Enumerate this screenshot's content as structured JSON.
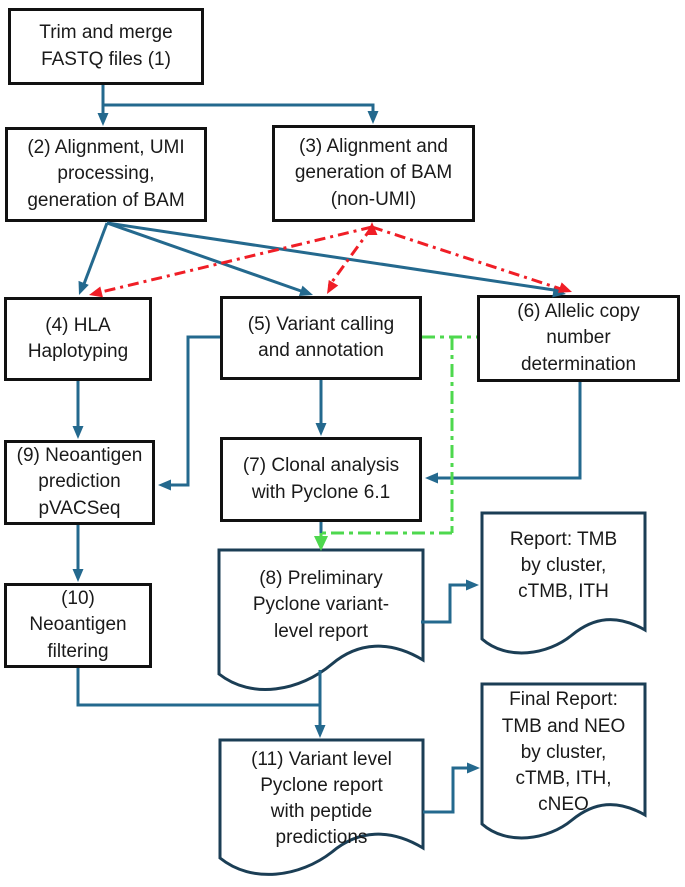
{
  "figure": {
    "kind": "bioinformatics pipeline flowchart",
    "background": "#FFFFFF"
  },
  "nodes": {
    "n1": {
      "label": "Trim and merge\nFASTQ files (1)",
      "shape": "rect"
    },
    "n2": {
      "label": "(2) Alignment, UMI\nprocessing,\ngeneration of BAM",
      "shape": "rect"
    },
    "n3": {
      "label": "(3) Alignment and\ngeneration of BAM\n(non-UMI)",
      "shape": "rect"
    },
    "n4": {
      "label": "(4) HLA\nHaplotyping",
      "shape": "rect"
    },
    "n5": {
      "label": "(5) Variant calling\nand annotation",
      "shape": "rect"
    },
    "n6": {
      "label": "(6) Allelic copy\nnumber\ndetermination",
      "shape": "rect"
    },
    "n7": {
      "label": "(7) Clonal analysis\nwith Pyclone 6.1",
      "shape": "rect"
    },
    "n8": {
      "label": "(8) Preliminary\nPyclone variant-\nlevel report",
      "shape": "document"
    },
    "n9": {
      "label": "(9) Neoantigen\nprediction\npVACSeq",
      "shape": "rect"
    },
    "n10": {
      "label": "(10)\nNeoantigen\nfiltering",
      "shape": "rect"
    },
    "n11": {
      "label": "(11) Variant level\nPyclone report\nwith peptide\npredictions",
      "shape": "document"
    },
    "r1": {
      "label": "Report: TMB\nby cluster,\ncTMB, ITH",
      "shape": "document"
    },
    "r2": {
      "label": "Final Report:\nTMB and NEO\nby cluster,\ncTMB, ITH,\ncNEO",
      "shape": "document"
    }
  },
  "edges": [
    {
      "from": "n1",
      "to": "n2",
      "style": "solid-blue"
    },
    {
      "from": "n1",
      "to": "n3",
      "style": "solid-blue"
    },
    {
      "from": "n2",
      "to": "n4",
      "style": "solid-blue"
    },
    {
      "from": "n2",
      "to": "n5",
      "style": "solid-blue"
    },
    {
      "from": "n2",
      "to": "n6",
      "style": "solid-blue"
    },
    {
      "from": "n3",
      "to": "n4",
      "style": "red-dash-dot"
    },
    {
      "from": "n3",
      "to": "n5",
      "style": "red-dash-dot",
      "arrowhead_also_at_n3": true
    },
    {
      "from": "n3",
      "to": "n6",
      "style": "red-dash-dot"
    },
    {
      "from": "n4",
      "to": "n9",
      "style": "solid-blue"
    },
    {
      "from": "n5",
      "to": "n9",
      "style": "solid-blue"
    },
    {
      "from": "n5",
      "to": "n7",
      "style": "solid-blue"
    },
    {
      "from": "n6",
      "to": "n7",
      "style": "solid-blue"
    },
    {
      "from": "n7",
      "to": "n8",
      "style": "solid-blue"
    },
    {
      "from": "n5",
      "to": "n8",
      "style": "green-dash-dot"
    },
    {
      "from": "n6",
      "to": "n8",
      "style": "green-dash-dot"
    },
    {
      "from": "n9",
      "to": "n10",
      "style": "solid-blue"
    },
    {
      "from": "n8",
      "to": "r1",
      "style": "solid-blue"
    },
    {
      "from": "n10",
      "to": "n11",
      "style": "solid-blue"
    },
    {
      "from": "n8",
      "to": "n11",
      "style": "solid-blue"
    },
    {
      "from": "n11",
      "to": "r2",
      "style": "solid-blue"
    }
  ],
  "colors": {
    "blue": "#24698E",
    "red": "#F01E26",
    "green": "#4ED84E",
    "box_border": "#111111",
    "doc_border": "#1B3E55",
    "text": "#1A1A1A",
    "background": "#FFFFFF"
  }
}
